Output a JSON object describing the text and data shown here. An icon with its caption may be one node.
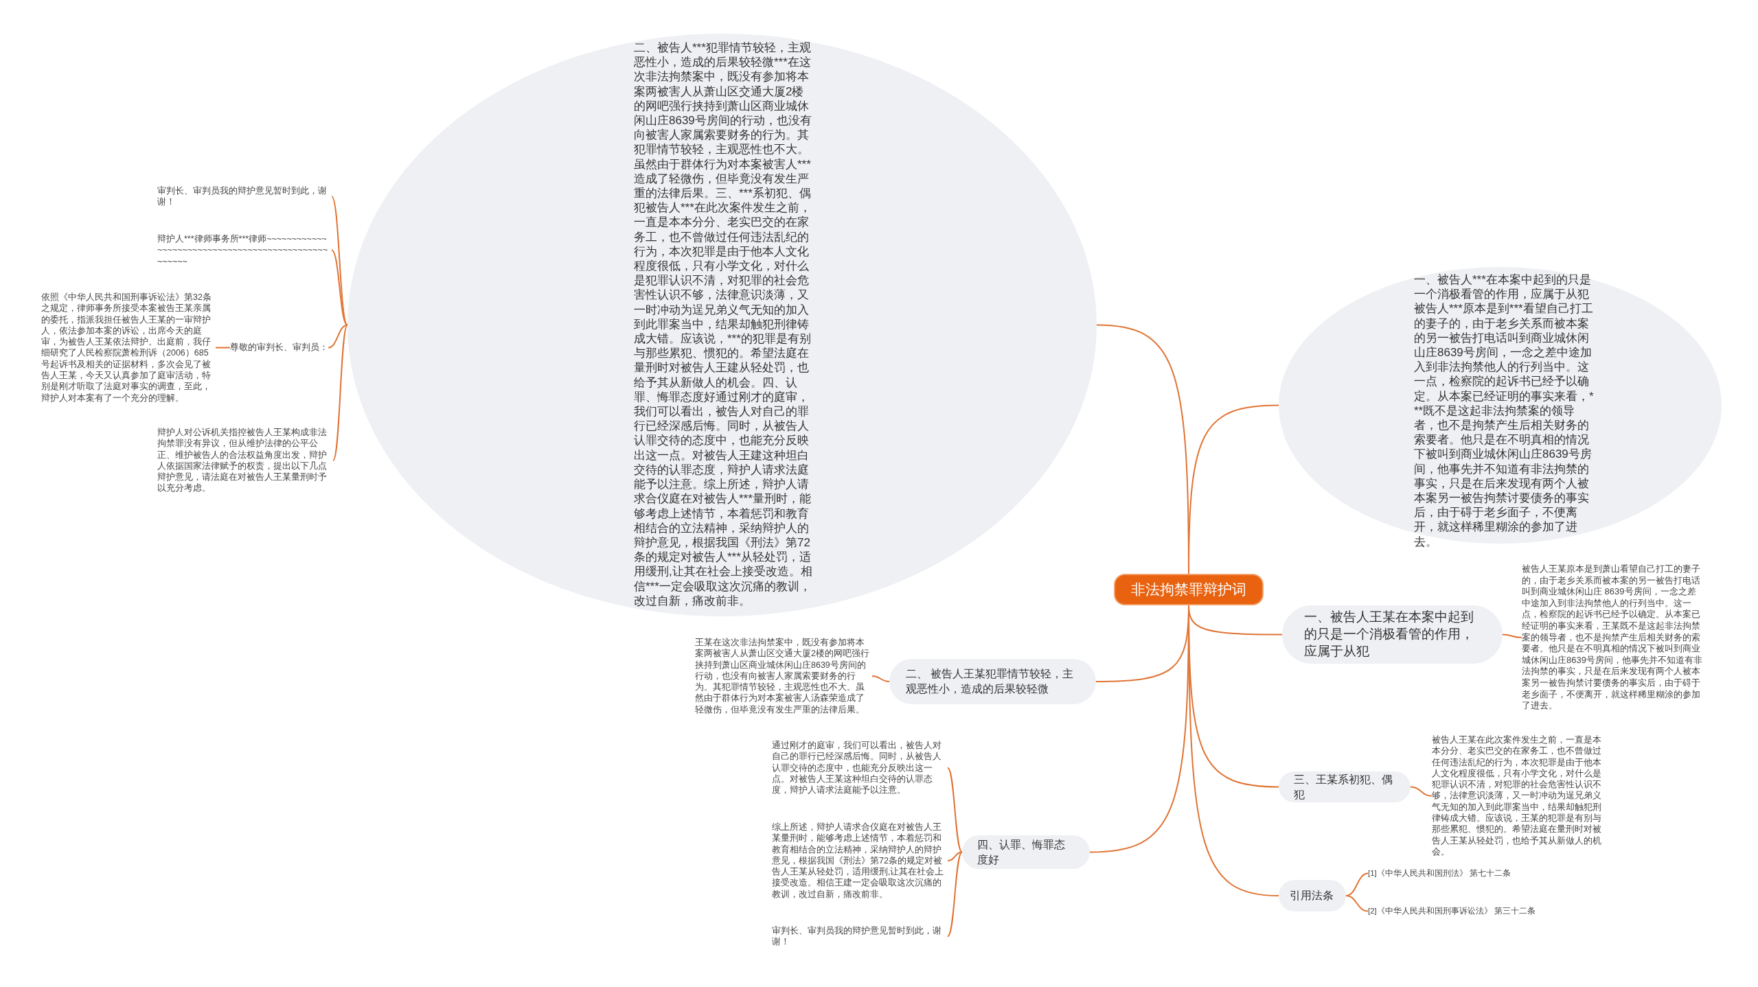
{
  "diagram": {
    "nodes": [
      {
        "text": [
          "非法拘禁罪辩护词"
        ]
      },
      {
        "text": [
          "二、被告人***犯罪情节较轻，主观恶性小，造成的后果较轻微***在这次非法拘禁案中，既没有参加将本案两被害人从萧山区交通大厦2楼的网吧强行挟持到萧山区商业城休闲山庄8639号房间的行动，也没有向被害人家属索要财务的行为。其犯罪情节较轻，主观恶性也不大。虽然由于群体行为对本案被害人***造成了轻微伤，但毕竟没有发生严重的法律后果。三、***系初犯、偶犯被告人***在此次案件发生之前，一直是本本分分、老实巴交的在家务工，也不曾做过任何违法乱纪的行为，本次犯罪是由于他本人文化程度很低，只有小学文化，对什么是犯罪认识不清，对犯罪的社会危害性认识不够，法律意识淡薄，又一时冲动为逞兄弟义气无知的加入到此罪案当中，结果却触犯刑律铸成大错。应该说，***的犯罪是有别与那些累犯、惯犯的。希望法庭在量刑时对被告人王建从轻处罚，也给予其从新做人的机会。四、认罪、悔罪态度好通过刚才的庭审，我们可以看出，被告人对自己的罪行已经深感后悔。同时，从被告人认罪交待的态度中，也能充分反映出这一点。对被告人王建这种坦白交待的认罪态度，辩护人请求法庭能予以注意。综上所述，辩护人请求合仪庭在对被告人***量刑时，能够考虑上述情节，本着惩罚和教育相结合的立法精神，采纳辩护人的辩护意见，根据我国《刑法》第72 条的规定对被告人***从轻处罚，适用缓刑,让其在社会上接受改造。相信***一定会吸取这次沉痛的教训，改过自新，痛改前非。"
        ]
      },
      {
        "text": [
          "审判长、审判员我的辩护意见暂时到此，谢谢！"
        ]
      },
      {
        "text": [
          "辩护人***律师事务所***律师~~~~~~~~~~~~~~~~~~~~~~~~~~~~~~~~~~~~~~~~~~~~~~~~~~~~"
        ]
      },
      {
        "text": [
          "尊敬的审判长、审判员："
        ]
      },
      {
        "text": [
          "依照《中华人民共和国刑事诉讼法》第32条之规定，律师事务所接受本案被告王某亲属的委托，指派我担任被告人王某的一审辩护人，依法参加本案的诉讼，出席今天的庭审，为被告人王某依法辩护。出庭前，我仔细研究了人民检察院萧检刑诉（2006）685号起诉书及相关的证据材料，多次会见了被告人王某，今天又认真参加了庭审活动，特别是刚才听取了法庭对事实的调查，至此，辩护人对本案有了一个充分的理解。"
        ]
      },
      {
        "text": [
          "辩护人对公诉机关指控被告人王某构成非法拘禁罪没有异议，但从维护法律的公平公正、维护被告人的合法权益角度出发，辩护人依据国家法律赋予的权责，提出以下几点辩护意见，请法庭在对被告人王某量刑时予以充分考虑。"
        ]
      },
      {
        "text": [
          "一、被告人***在本案中起到的只是一个消极看管的作用，应属于从犯被告人***原本是到***看望自己打工的妻子的，由于老乡关系而被本案的另一被告打电话叫到商业城休闲山庄8639号房间，一念之差中途加入到非法拘禁他人的行列当中。这一点，检察院的起诉书已经予以确定。从本案已经证明的事实来看，***既不是这起非法拘禁案的领导者，也不是拘禁产生后相关财务的索要者。他只是在不明真相的情况下被叫到商业城休闲山庄8639号房间，他事先并不知道有非法拘禁的事实，只是在后来发现有两个人被本案另一被告拘禁讨要债务的事实后，由于碍于老乡面子，不便离开，就这样稀里糊涂的参加了进去。"
        ]
      },
      {
        "text": [
          "一、被告人王某在本案中起到的只是一个消极看管的作用，应属于从犯"
        ]
      },
      {
        "text": [
          "被告人王某原本是到萧山看望自己打工的妻子的，由于老乡关系而被本案的另一被告打电话叫到商业城休闲山庄 8639号房间，一念之差中途加入到非法拘禁他人的行列当中。这一点，检察院的起诉书已经予以确定。从本案已经证明的事实来看，王某既不是这起非法拘禁案的领导者，也不是拘禁产生后相关财务的索要者。他只是在不明真相的情况下被叫到商业城休闲山庄8639号房间，他事先并不知道有非法拘禁的事实，只是在后来发现有两个人被本案另一被告拘禁讨要债务的事实后，由于碍于老乡面子，不便离开，就这样稀里糊涂的参加了进去。"
        ]
      },
      {
        "text": [
          "二、 被告人王某犯罪情节较轻，主观恶性小，造成的后果较轻微"
        ]
      },
      {
        "text": [
          "王某在这次非法拘禁案中，既没有参加将本案两被害人从萧山区交通大厦2楼的网吧强行挟持到萧山区商业城休闲山庄8639号房间的行动，也没有向被害人家属索要财务的行为。其犯罪情节较轻，主观恶性也不大。虽然由于群体行为对本案被害人汤森荣造成了轻微伤，但毕竟没有发生严重的法律后果。"
        ]
      },
      {
        "text": [
          "三、王某系初犯、偶犯"
        ]
      },
      {
        "text": [
          "被告人王某在此次案件发生之前，一直是本本分分、老实巴交的在家务工，也不曾做过任何违法乱纪的行为，本次犯罪是由于他本人文化程度很低，只有小学文化，对什么是犯罪认识不清，对犯罪的社会危害性认识不够，法律意识淡薄，又一时冲动为逞兄弟义气无知的加入到此罪案当中，结果却触犯刑律铸成大错。应该说，王某的犯罪是有别与那些累犯、惯犯的。希望法庭在量刑时对被告人王某从轻处罚，也给予其从新做人的机会。"
        ]
      },
      {
        "text": [
          "四、认罪、悔罪态度好"
        ]
      },
      {
        "text": [
          "通过刚才的庭审，我们可以看出，被告人对自己的罪行已经深感后悔。同时，从被告人认罪交待的态度中，也能充分反映出这一点。对被告人王某这种坦白交待的认罪态度，辩护人请求法庭能予以注意。"
        ]
      },
      {
        "text": [
          "综上所述，辩护人请求合仪庭在对被告人王某量刑时，能够考虑上述情节，本着惩罚和教育相结合的立法精神，采纳辩护人的辩护意见，根据我国《刑法》第72条的规定对被告人王某从轻处罚，适用缓刑,让其在社会上接受改造。相信王建一定会吸取这次沉痛的教训，改过自新，痛改前非。"
        ]
      },
      {
        "text": [
          "审判长、审判员我的辩护意见暂时到此，谢谢！"
        ]
      },
      {
        "text": [
          "引用法条"
        ]
      },
      {
        "text": [
          "[1]《中华人民共和国刑法》 第七十二条"
        ]
      },
      {
        "text": [
          "[2]《中华人民共和国刑事诉讼法》 第三十二条"
        ]
      }
    ],
    "edges": [
      {
        "from": 0,
        "to": 1,
        "arrow": "none"
      },
      {
        "from": 1,
        "to": 2,
        "arrow": "none"
      },
      {
        "from": 1,
        "to": 3,
        "arrow": "none"
      },
      {
        "from": 1,
        "to": 4,
        "arrow": "none"
      },
      {
        "from": 4,
        "to": 5,
        "arrow": "none"
      },
      {
        "from": 1,
        "to": 6,
        "arrow": "none"
      },
      {
        "from": 0,
        "to": 7,
        "arrow": "none"
      },
      {
        "from": 0,
        "to": 8,
        "arrow": "none"
      },
      {
        "from": 8,
        "to": 9,
        "arrow": "none"
      },
      {
        "from": 0,
        "to": 10,
        "arrow": "none"
      },
      {
        "from": 10,
        "to": 11,
        "arrow": "none"
      },
      {
        "from": 0,
        "to": 12,
        "arrow": "none"
      },
      {
        "from": 12,
        "to": 13,
        "arrow": "none"
      },
      {
        "from": 0,
        "to": 14,
        "arrow": "none"
      },
      {
        "from": 14,
        "to": 15,
        "arrow": "none"
      },
      {
        "from": 14,
        "to": 16,
        "arrow": "none"
      },
      {
        "from": 14,
        "to": 17,
        "arrow": "none"
      },
      {
        "from": 0,
        "to": 18,
        "arrow": "none"
      },
      {
        "from": 18,
        "to": 19,
        "arrow": "none"
      },
      {
        "from": 18,
        "to": 20,
        "arrow": "none"
      }
    ]
  }
}
